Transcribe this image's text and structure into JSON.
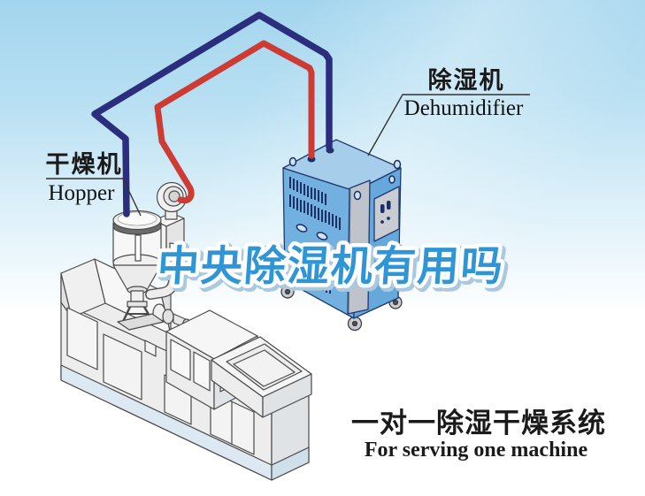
{
  "title_overlay": {
    "text": "中央除湿机有用吗",
    "color": "#2e95d6",
    "shadow_color": "#aac9de"
  },
  "labels": {
    "dryer": {
      "zh": "干燥机",
      "en": "Hopper"
    },
    "dehumidifier": {
      "zh": "除湿机",
      "en": "Dehumidifier"
    }
  },
  "caption": {
    "zh": "一对一除湿干燥系统",
    "en": "For serving one machine"
  },
  "pipes": {
    "supply_color": "#2b2d7d",
    "return_color": "#ce3b34"
  },
  "colors": {
    "sky_top": "#a3d5ee",
    "dehumidifier_left_face": "#72b0e0",
    "dehumidifier_right_face": "#66a8dc",
    "dehumidifier_top_face": "#a6cdea",
    "machine_face": "#ededed"
  }
}
